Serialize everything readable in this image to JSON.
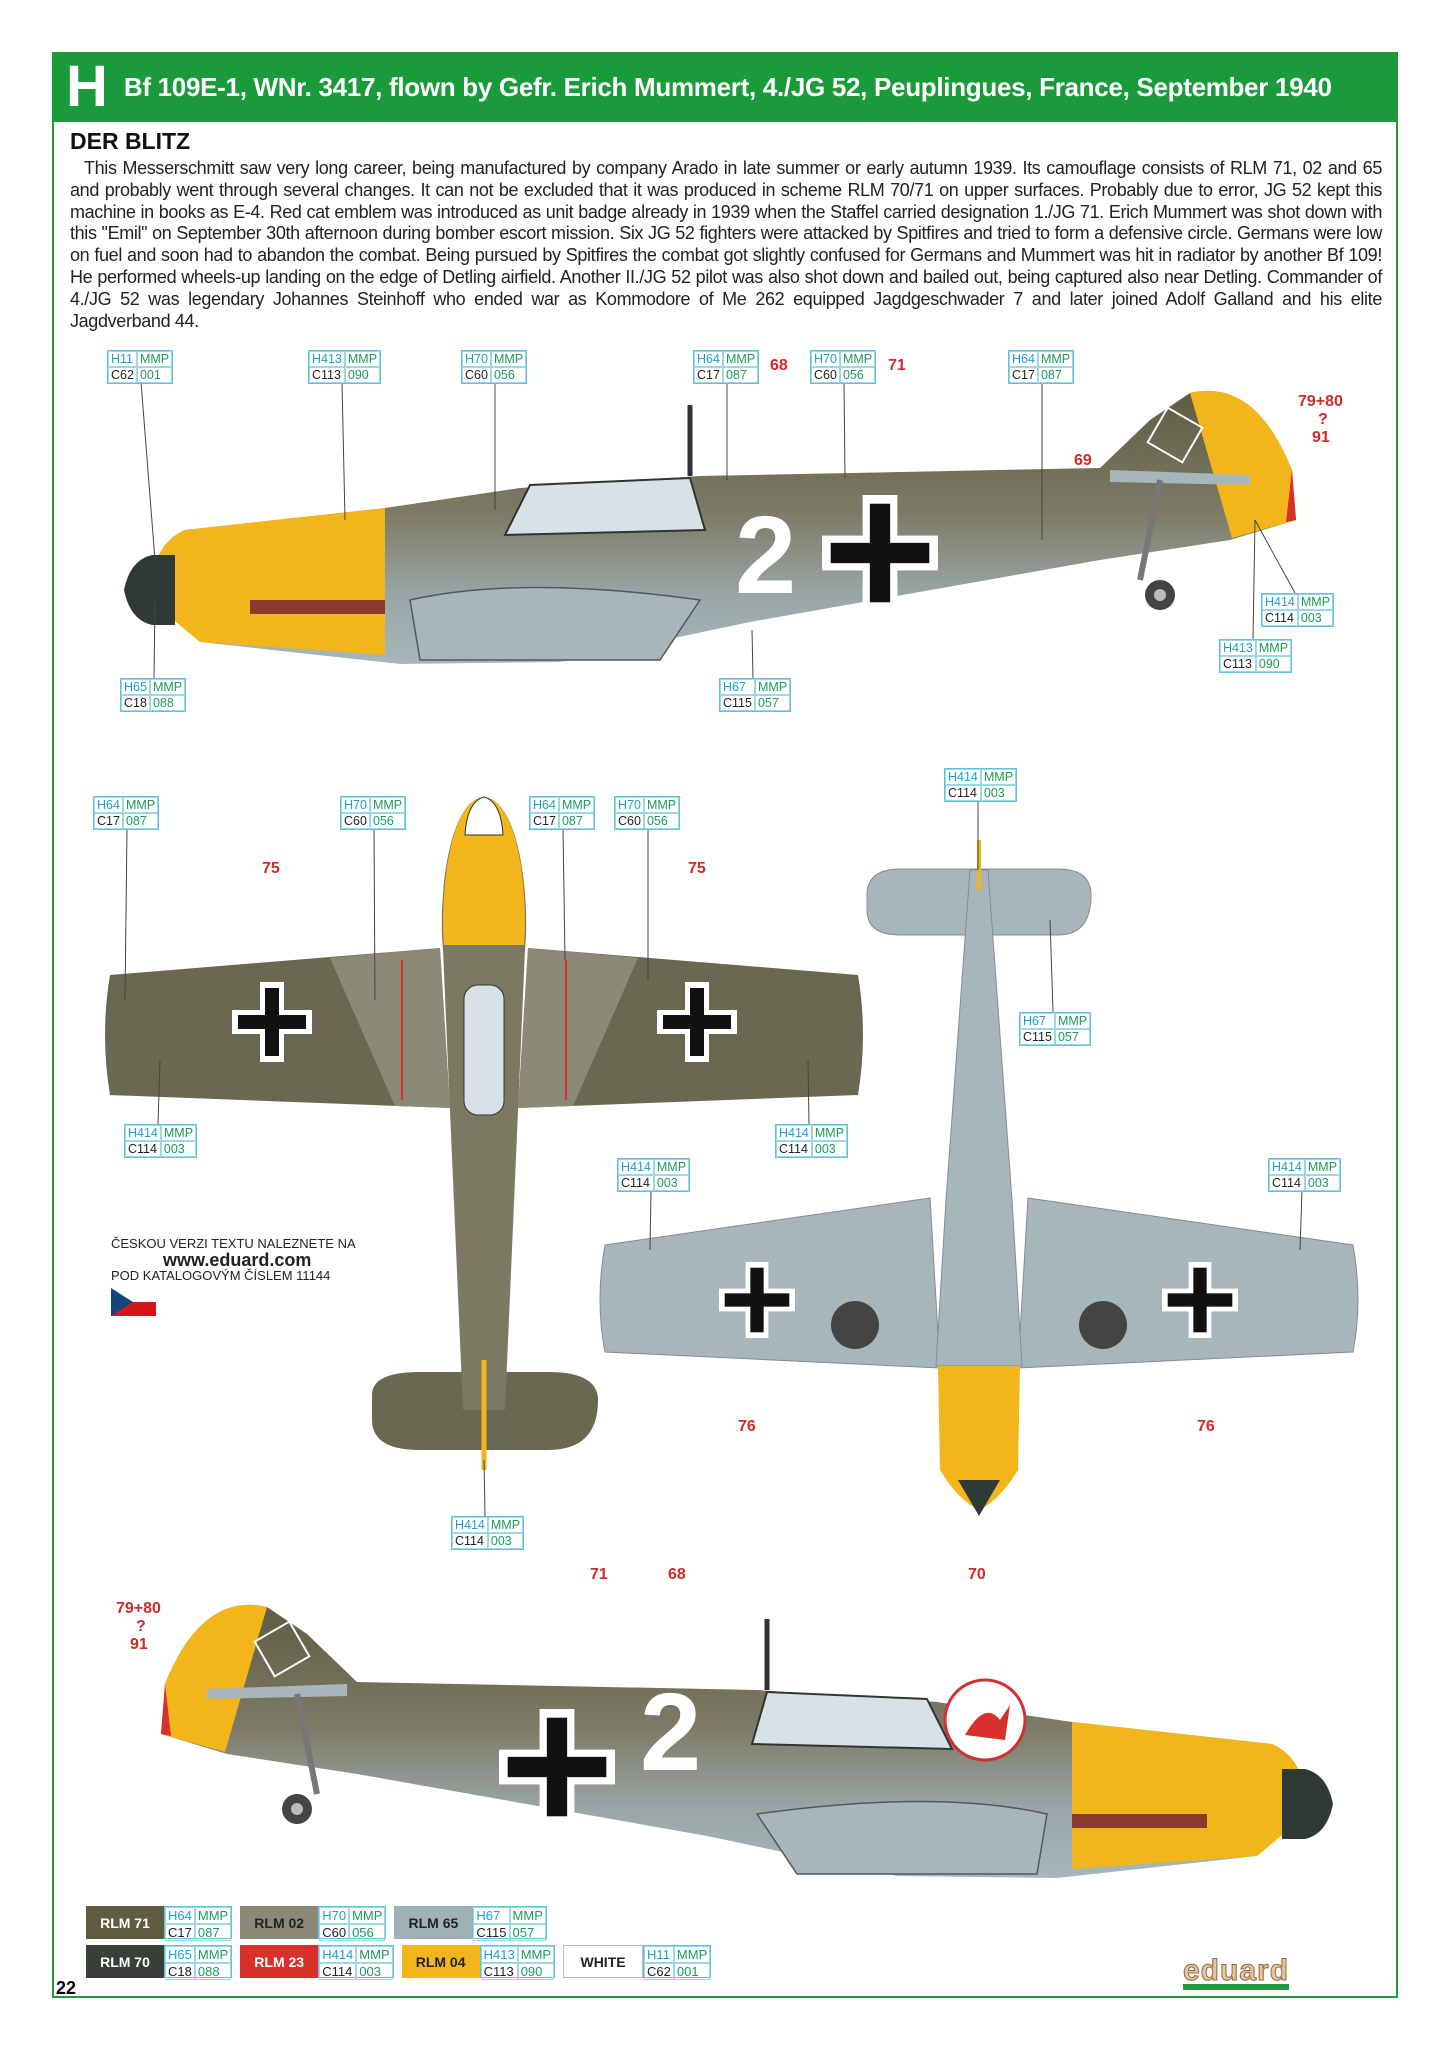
{
  "header": {
    "letter": "H",
    "title": "Bf 109E-1, WNr. 3417, flown by Gefr. Erich Mummert, 4./JG 52, Peuplingues, France, September 1940"
  },
  "subtitle": "DER BLITZ",
  "description": "This Messerschmitt saw very long career, being manufactured by company Arado in late summer or early autumn 1939. Its camouflage consists of RLM 71, 02 and 65 and probably went through several changes. It can not be excluded that it was produced in scheme RLM 70/71 on upper surfaces. Probably due to error, JG 52 kept this machine in books as E-4. Red cat emblem was introduced as unit badge already in 1939 when the Staffel carried designation 1./JG 71. Erich Mummert was shot down with this \"Emil\" on September 30th afternoon during bomber escort mission. Six JG 52 fighters were attacked by Spitfires and tried to form a defensive circle. Germans were low on fuel and soon had to abandon the combat. Being pursued by Spitfires the combat got slightly confused for Germans and Mummert was hit in radiator by another Bf 109! He performed wheels-up landing on the edge of Detling airfield. Another II./JG 52 pilot was also shot down and bailed out, being captured also near Detling. Commander of 4./JG 52 was legendary Johannes Steinhoff who ended war as Kommodore of Me 262 equipped Jagdgeschwader 7 and later joined Adolf Galland and his elite Jagdverband 44.",
  "aircraft_code": "2",
  "callouts": [
    {
      "h": "H11",
      "m": "MMP",
      "c": "C62",
      "n": "001"
    },
    {
      "h": "H413",
      "m": "MMP",
      "c": "C113",
      "n": "090"
    },
    {
      "h": "H70",
      "m": "MMP",
      "c": "C60",
      "n": "056"
    },
    {
      "h": "H64",
      "m": "MMP",
      "c": "C17",
      "n": "087"
    },
    {
      "h": "H70",
      "m": "MMP",
      "c": "C60",
      "n": "056"
    },
    {
      "h": "H64",
      "m": "MMP",
      "c": "C17",
      "n": "087"
    },
    {
      "h": "H414",
      "m": "MMP",
      "c": "C114",
      "n": "003"
    },
    {
      "h": "H413",
      "m": "MMP",
      "c": "C113",
      "n": "090"
    },
    {
      "h": "H65",
      "m": "MMP",
      "c": "C18",
      "n": "088"
    },
    {
      "h": "H67",
      "m": "MMP",
      "c": "C115",
      "n": "057"
    },
    {
      "h": "H64",
      "m": "MMP",
      "c": "C17",
      "n": "087"
    },
    {
      "h": "H70",
      "m": "MMP",
      "c": "C60",
      "n": "056"
    },
    {
      "h": "H64",
      "m": "MMP",
      "c": "C17",
      "n": "087"
    },
    {
      "h": "H70",
      "m": "MMP",
      "c": "C60",
      "n": "056"
    },
    {
      "h": "H414",
      "m": "MMP",
      "c": "C114",
      "n": "003"
    },
    {
      "h": "H414",
      "m": "MMP",
      "c": "C114",
      "n": "003"
    },
    {
      "h": "H414",
      "m": "MMP",
      "c": "C114",
      "n": "003"
    },
    {
      "h": "H414",
      "m": "MMP",
      "c": "C114",
      "n": "003"
    },
    {
      "h": "H67",
      "m": "MMP",
      "c": "C115",
      "n": "057"
    },
    {
      "h": "H414",
      "m": "MMP",
      "c": "C114",
      "n": "003"
    },
    {
      "h": "H414",
      "m": "MMP",
      "c": "C114",
      "n": "003"
    }
  ],
  "stencil_numbers": [
    "68",
    "71",
    "79+80",
    "?",
    "91",
    "69",
    "75",
    "75",
    "76",
    "76",
    "79+80",
    "?",
    "91",
    "71",
    "68",
    "70"
  ],
  "czech_note": {
    "line1": "ČESKOU VERZI TEXTU NALEZNETE NA",
    "url": "www.eduard.com",
    "line2": "POD KATALOGOVÝM ČÍSLEM 11144"
  },
  "legend": [
    {
      "name": "RLM 71",
      "color": "#5f5c42",
      "text": "#ffffff",
      "h": "H64",
      "m": "MMP",
      "c": "C17",
      "n": "087"
    },
    {
      "name": "RLM 02",
      "color": "#8b8a79",
      "text": "#222222",
      "h": "H70",
      "m": "MMP",
      "c": "C60",
      "n": "056"
    },
    {
      "name": "RLM 65",
      "color": "#a0b1b6",
      "text": "#222222",
      "h": "H67",
      "m": "MMP",
      "c": "C115",
      "n": "057"
    },
    {
      "name": "RLM 70",
      "color": "#373f38",
      "text": "#ffffff",
      "h": "H65",
      "m": "MMP",
      "c": "C18",
      "n": "088"
    },
    {
      "name": "RLM 23",
      "color": "#d8302a",
      "text": "#ffffff",
      "h": "H414",
      "m": "MMP",
      "c": "C114",
      "n": "003"
    },
    {
      "name": "RLM 04",
      "color": "#f3b61a",
      "text": "#222222",
      "h": "H413",
      "m": "MMP",
      "c": "C113",
      "n": "090"
    },
    {
      "name": "WHITE",
      "color": "#ffffff",
      "text": "#222222",
      "h": "H11",
      "m": "MMP",
      "c": "C62",
      "n": "001"
    }
  ],
  "page_number": "22",
  "logo": "eduard",
  "colors": {
    "green": "#1b9a3b",
    "rlm71": "#5f5c42",
    "rlm02": "#8b8a79",
    "rlm65": "#a0b1b6",
    "rlm04": "#f3b61a",
    "rlm23": "#d8302a"
  }
}
